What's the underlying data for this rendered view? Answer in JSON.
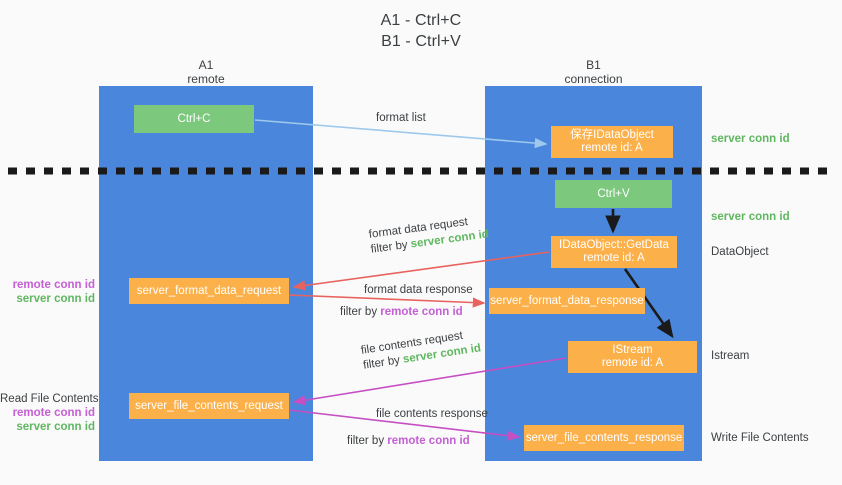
{
  "title": {
    "line1": "A1 - Ctrl+C",
    "line2": "B1 - Ctrl+V"
  },
  "columns": [
    {
      "id": "A1",
      "name": "A1",
      "role": "remote"
    },
    {
      "id": "B1",
      "name": "B1",
      "role": "connection"
    }
  ],
  "boxes": {
    "ctrl_c": "Ctrl+C",
    "ctrl_v": "Ctrl+V",
    "idataobject_l1": "保存IDataObject",
    "idataobject_l2": "remote id: A",
    "getdata_l1": "IDataObject::GetData",
    "getdata_l2": "remote id: A",
    "istream_l1": "IStream",
    "istream_l2": "remote id: A",
    "server_format_data_request": "server_format_data_request",
    "server_format_data_response": "server_format_data_response",
    "server_file_contents_request": "server_file_contents_request",
    "server_file_contents_response": "server_file_contents_response"
  },
  "edge_labels": {
    "format_list": "format list",
    "format_data_request": "format data request",
    "filter_by": "filter by ",
    "server_conn_id": "server conn id",
    "format_data_response": "format data response",
    "remote_conn_id": "remote conn id",
    "file_contents_request": "file contents request",
    "file_contents_response": "file contents response"
  },
  "side_notes": {
    "server_conn_id_top": "server conn id",
    "server_conn_id_mid": "server conn id",
    "dataobject": "DataObject",
    "istream": "Istream",
    "write_file_contents": "Write File Contents"
  },
  "left_notes": {
    "read_file_contents": "Read File Contents",
    "remote_conn_id": "remote conn id",
    "server_conn_id": "server conn id"
  },
  "colors": {
    "column_blue": "#4a86dc",
    "box_green": "#7cc87d",
    "box_orange": "#fbb04a",
    "arrow_light_blue": "#9ec9ec",
    "arrow_red": "#e8635f",
    "arrow_magenta": "#c64fc4",
    "arrow_black": "#1a1a1a",
    "text_green": "#5fb760",
    "text_purple": "#c45fd4",
    "background": "#fafafa"
  }
}
